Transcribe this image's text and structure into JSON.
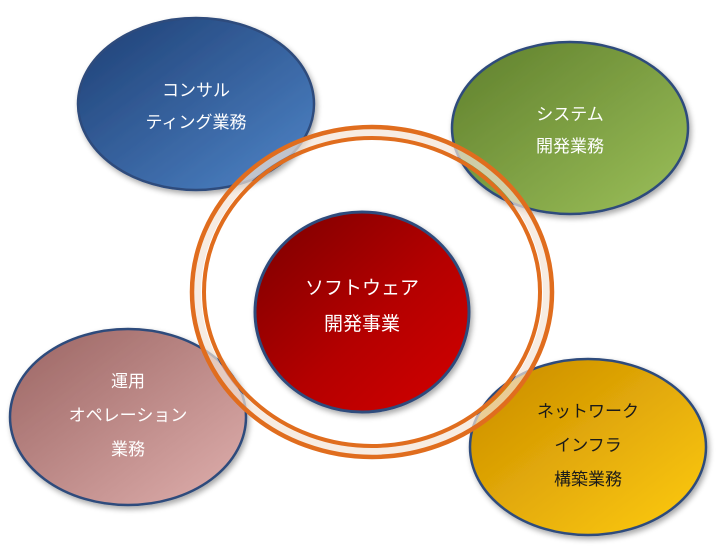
{
  "center": {
    "lines": [
      "ソフトウェア",
      "開発事業"
    ]
  },
  "nodes": [
    {
      "id": "consulting",
      "lines": [
        "コンサル",
        "ティング業務"
      ]
    },
    {
      "id": "system-dev",
      "lines": [
        "システム",
        "開発業務"
      ]
    },
    {
      "id": "operation",
      "lines": [
        "運用",
        "オペレーション",
        "業務"
      ]
    },
    {
      "id": "network-infra",
      "lines": [
        "ネットワーク",
        "インフラ",
        "構築業務"
      ]
    }
  ],
  "colors": {
    "ring": "#e06d1e",
    "center_fill": "#c00000",
    "consulting_fill": "#3a66a6",
    "system_fill": "#8ab04a",
    "operation_fill": "#c98e8c",
    "network_fill": "#f0b400",
    "node_stroke": "#2f4b7c"
  }
}
